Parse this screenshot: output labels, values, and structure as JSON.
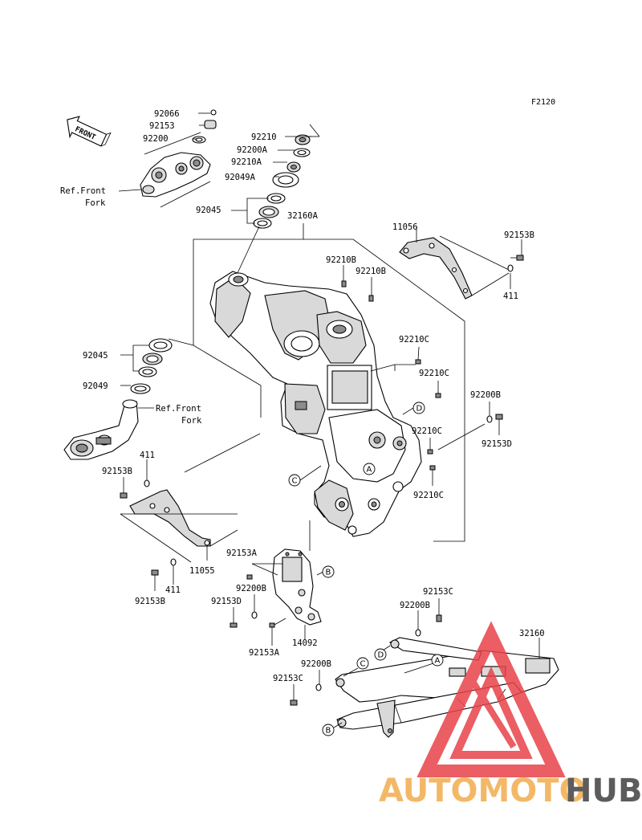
{
  "figure_code": "F2120",
  "front_arrow_label": "FRONT",
  "references": [
    {
      "line1": "Ref.Front",
      "line2": "Fork"
    },
    {
      "line1": "Ref.Front",
      "line2": "Fork"
    }
  ],
  "labels": {
    "p92066": "92066",
    "p92153": "92153",
    "p92200": "92200",
    "p92210": "92210",
    "p92200A": "92200A",
    "p92210A": "92210A",
    "p92049A": "92049A",
    "p92045_top": "92045",
    "p32160A": "32160A",
    "p11056": "11056",
    "p92153B_top": "92153B",
    "p411_top": "411",
    "p92210B_1": "92210B",
    "p92210B_2": "92210B",
    "p92210C_1": "92210C",
    "p92210C_2": "92210C",
    "p92210C_3": "92210C",
    "p92210C_4": "92210C",
    "p92045_mid": "92045",
    "p92049": "92049",
    "p92200B_right": "92200B",
    "p92153D_right": "92153D",
    "p411_left_top": "411",
    "p92153B_left": "92153B",
    "p411_left_bot": "411",
    "p92153B_bot": "92153B",
    "p11055": "11055",
    "p92153A_1": "92153A",
    "p92200B_mid": "92200B",
    "p92153D_mid": "92153D",
    "p92153A_2": "92153A",
    "p14092": "14092",
    "p92153C_1": "92153C",
    "p92200B_low": "92200B",
    "p32160": "32160",
    "p92200B_bot": "92200B",
    "p92153C_2": "92153C"
  },
  "callouts": {
    "A": "A",
    "B": "B",
    "C": "C",
    "D": "D"
  },
  "watermark": {
    "part1": "AUTOMOTO",
    "part2": "HUB",
    "color1": "#f3b867",
    "color2": "#5c5c5c",
    "triangle_color": "#e8434a"
  }
}
